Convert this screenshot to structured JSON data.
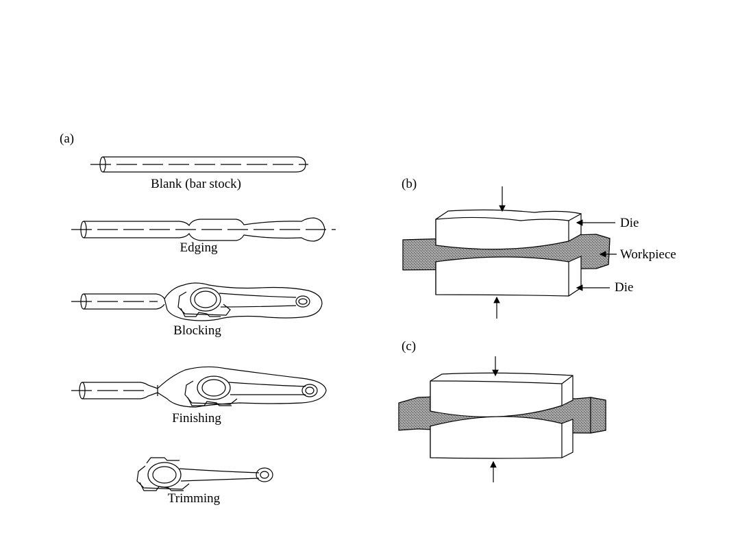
{
  "panel_a": {
    "label": "(a)",
    "steps": [
      {
        "caption": "Blank (bar stock)",
        "icon": "bar-stock-icon"
      },
      {
        "caption": "Edging",
        "icon": "edging-icon"
      },
      {
        "caption": "Blocking",
        "icon": "blocking-icon"
      },
      {
        "caption": "Finishing",
        "icon": "finishing-icon"
      },
      {
        "caption": "Trimming",
        "icon": "connecting-rod-icon"
      }
    ]
  },
  "panel_b": {
    "label": "(b)",
    "callouts": {
      "die_top": "Die",
      "workpiece": "Workpiece",
      "die_bottom": "Die"
    }
  },
  "panel_c": {
    "label": "(c)"
  },
  "colors": {
    "ink": "#000000",
    "workpiece_fill": "#8a8a8a",
    "background": "#ffffff"
  }
}
